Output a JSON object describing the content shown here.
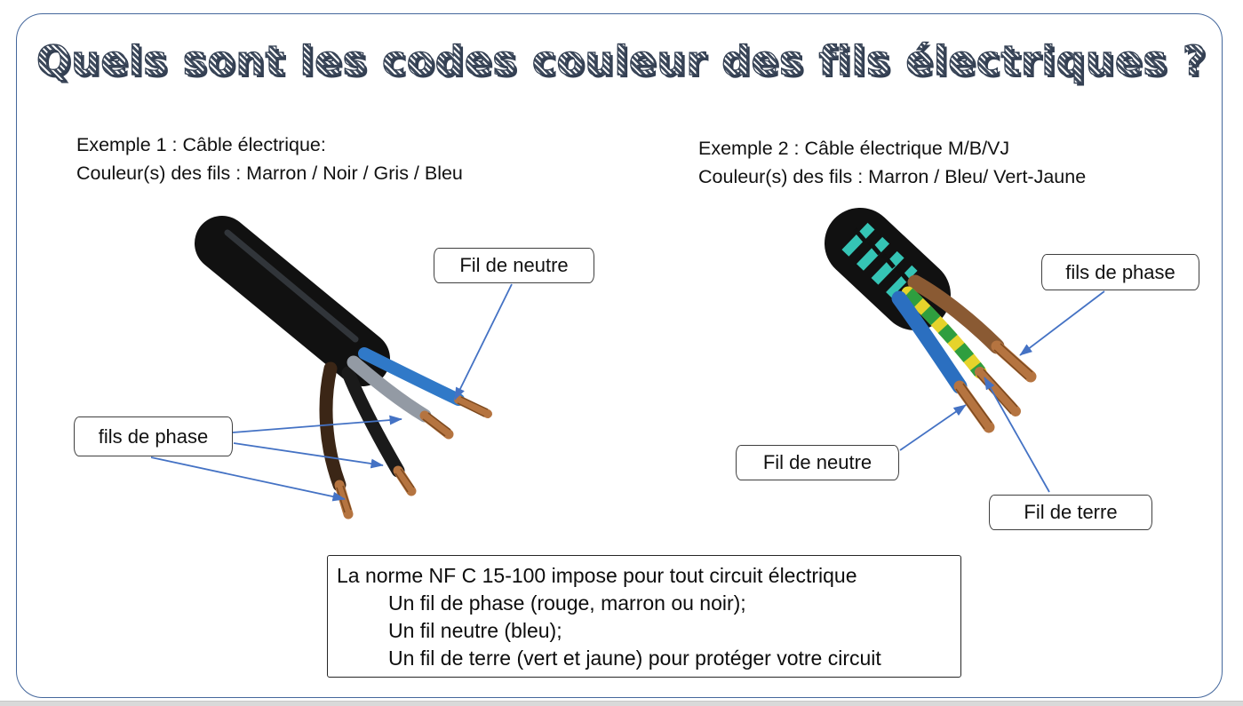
{
  "slide": {
    "title": "Quels sont les codes couleur des fils électriques ?"
  },
  "examples": {
    "ex1": {
      "line1": "Exemple 1 : Câble électrique:",
      "line2": "Couleur(s) des fils : Marron / Noir / Gris / Bleu"
    },
    "ex2": {
      "line1": "Exemple 2 : Câble électrique M/B/VJ",
      "line2": "Couleur(s) des fils : Marron / Bleu/ Vert-Jaune"
    }
  },
  "labels": {
    "ex1_neutral": "Fil de neutre",
    "ex1_phase": "fils de phase",
    "ex2_phase": "fils de phase",
    "ex2_neutral": "Fil de neutre",
    "ex2_earth": "Fil de terre"
  },
  "norm_box": {
    "lines": [
      "La norme NF C 15-100 impose pour tout circuit électrique",
      "Un fil de phase (rouge, marron ou noir);",
      "Un fil neutre (bleu);",
      "Un fil de terre (vert et jaune) pour protéger votre circuit"
    ]
  },
  "colors": {
    "border_blue": "#44679c",
    "arrow_blue": "#4472c4",
    "title_navy": "#3e4a5c",
    "sheath_black": "#111111",
    "sheath_teal": "#35c4b5",
    "wire_dark_brown": "#3b2616",
    "wire_black": "#1a1a1a",
    "wire_gray": "#939aa4",
    "wire_blue_1": "#3079c8",
    "wire_brown": "#8a5a33",
    "wire_yellow": "#e6d32b",
    "wire_green": "#2f9e3f",
    "wire_blue_2": "#2b6fc0",
    "copper": "#b57440",
    "bottom_bar_gray": "#d9d9d9"
  }
}
